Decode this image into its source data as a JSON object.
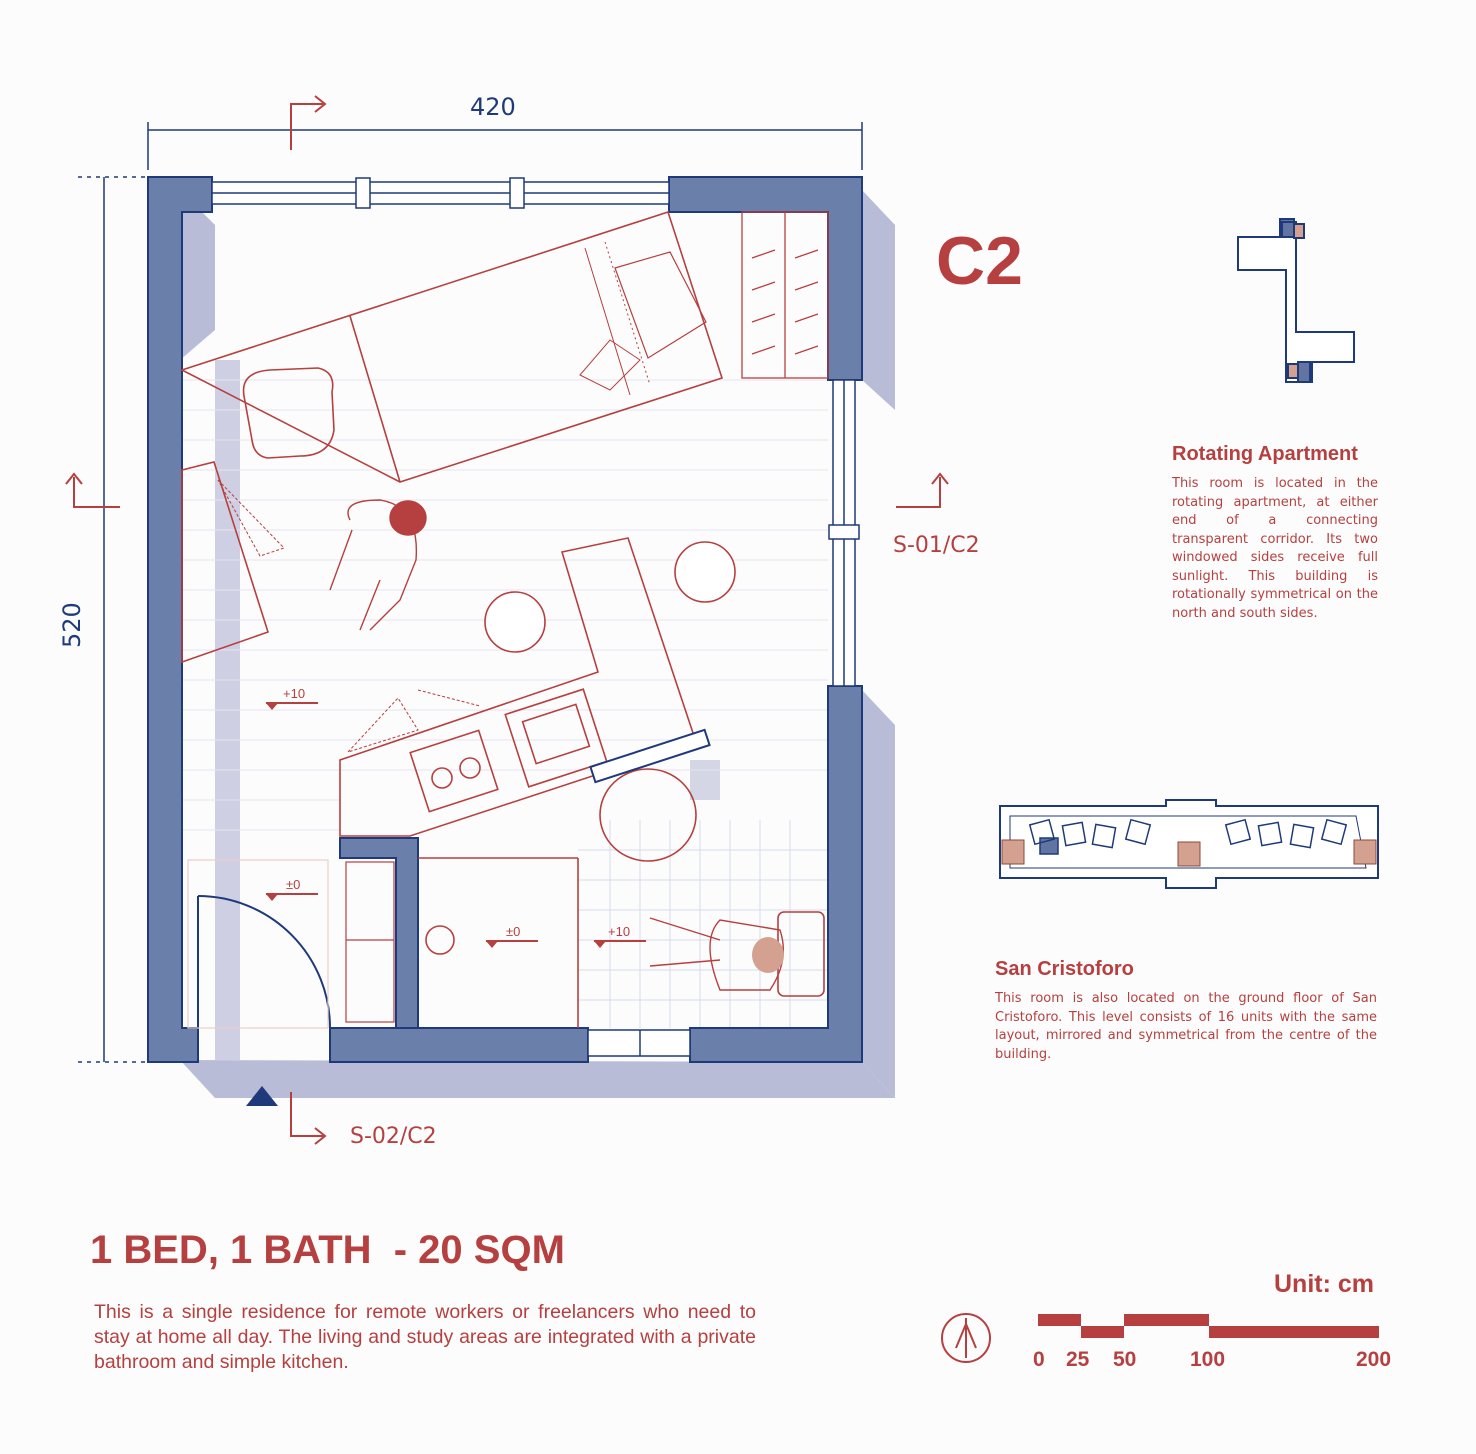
{
  "drawing": {
    "unit_code": "C2",
    "dimensions": {
      "width": "420",
      "height": "520"
    },
    "section_labels": {
      "east": "S-01/C2",
      "south": "S-02/C2"
    },
    "levels": [
      "+10",
      "±0",
      "±0",
      "+10"
    ]
  },
  "rotating": {
    "title": "Rotating Apartment",
    "text": "This room is located in the rotating apartment, at either end of a connecting transparent corridor. Its two windowed sides receive full sunlight. This building is rotationally symmetrical on the north and south sides."
  },
  "san_cristoforo": {
    "title": "San Cristoforo",
    "text": "This room is also located on the ground floor of San Cristoforo. This level consists of 16 units with the same layout, mirrored and symmetrical from the centre of the building."
  },
  "summary": {
    "headline": "1 BED, 1 BATH  - 20 SQM",
    "text": "This is a single residence for remote workers or freelancers who need to stay at home all day. The living and study areas are integrated with a private bathroom and simple kitchen."
  },
  "scale": {
    "unit_label": "Unit: cm",
    "ticks": [
      "0",
      "25",
      "50",
      "100",
      "200"
    ]
  },
  "colors": {
    "wall": "#6b7fab",
    "wall_edge": "#1f3a7a",
    "accent": "#b5403f",
    "shadow": "#b9bcd6",
    "tile": "#d4a090"
  },
  "icons": [
    "north-arrow-icon",
    "entrance-triangle-icon",
    "section-arrow-icon"
  ]
}
